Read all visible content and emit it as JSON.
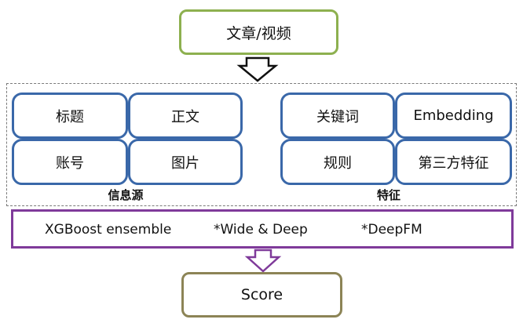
{
  "input_node": {
    "label": "文章/视频"
  },
  "info_sources": {
    "caption": "信息源",
    "items": [
      "标题",
      "正文",
      "账号",
      "图片"
    ]
  },
  "features": {
    "caption": "特征",
    "items": [
      "关键词",
      "Embedding",
      "规则",
      "第三方特征"
    ]
  },
  "models": {
    "items": [
      "XGBoost ensemble",
      "*Wide & Deep",
      "*DeepFM"
    ]
  },
  "output_node": {
    "label": "Score"
  },
  "colors": {
    "input_border": "#8db04f",
    "source_border": "#3a68a9",
    "model_border": "#7f3a9a",
    "output_border": "#8c8456",
    "dashed_border": "#7a7a7a"
  }
}
